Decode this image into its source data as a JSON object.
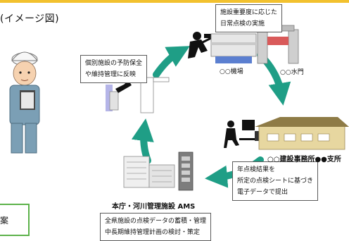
{
  "header": {
    "caption": "(イメージ図)"
  },
  "steps": {
    "daily_inspection": [
      "施設重要度に応じた",
      "日常点検の実施"
    ],
    "annual_inspection": [
      "年点検結果を",
      "所定の点検シートに基づき",
      "電子データで提出"
    ],
    "database": [
      "全県施設の点検データの蓄積・管理",
      "中長期維持管理計画の検討・策定"
    ],
    "preventive": [
      "個別施設の予防保全",
      "や維持管理に反映"
    ]
  },
  "labels": {
    "airport": "○○機場",
    "water_gate": "○○水門",
    "construction_office": "○○建設事務所●●支所",
    "headquarters": "本庁・河川管理施設 AMS",
    "green_box_fragment": "案"
  },
  "colors": {
    "arrow": "#1f9e86",
    "accent_yellow": "#f2c12e",
    "green_box": "#5cb24a"
  }
}
